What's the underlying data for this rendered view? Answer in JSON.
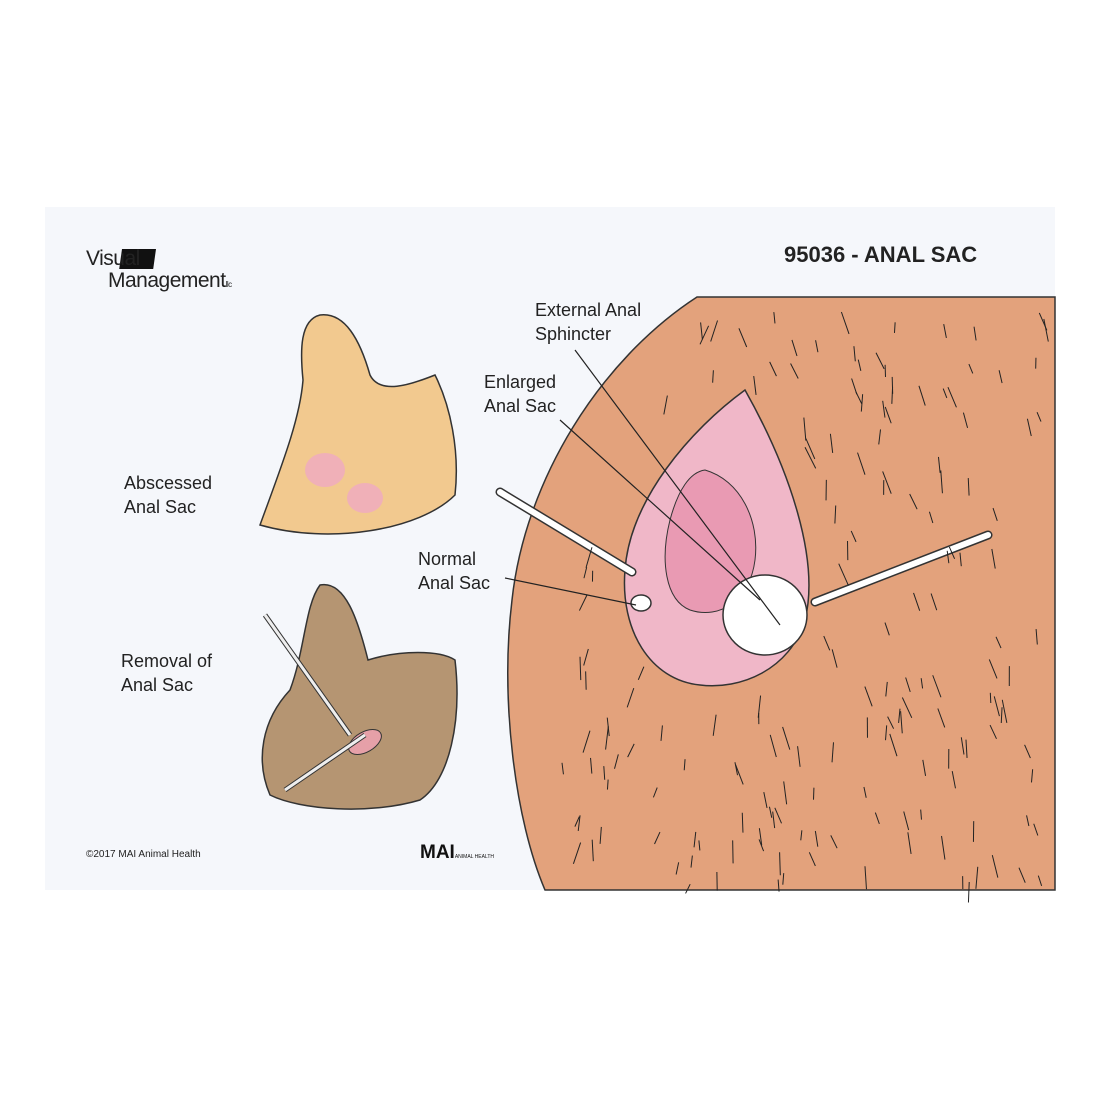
{
  "title": "95036 - ANAL SAC",
  "logo": {
    "line1": "Visual",
    "line2": "Management",
    "suffix": "llc"
  },
  "labels": {
    "external_sphincter": "External Anal\nSphincter",
    "enlarged_sac": "Enlarged\nAnal Sac",
    "normal_sac": "Normal\nAnal Sac",
    "abscessed_sac": "Abscessed\nAnal Sac",
    "removal": "Removal of\nAnal Sac"
  },
  "footer": {
    "copyright": "©2017 MAI Animal Health",
    "mai_logo": "MAI",
    "mai_sub": "ANIMAL HEALTH"
  },
  "colors": {
    "skin": "#e3a27c",
    "abscess": "#f2c98f",
    "removal": "#b59572",
    "tissue": "#f0b7c8",
    "background": "#f5f7fb"
  }
}
